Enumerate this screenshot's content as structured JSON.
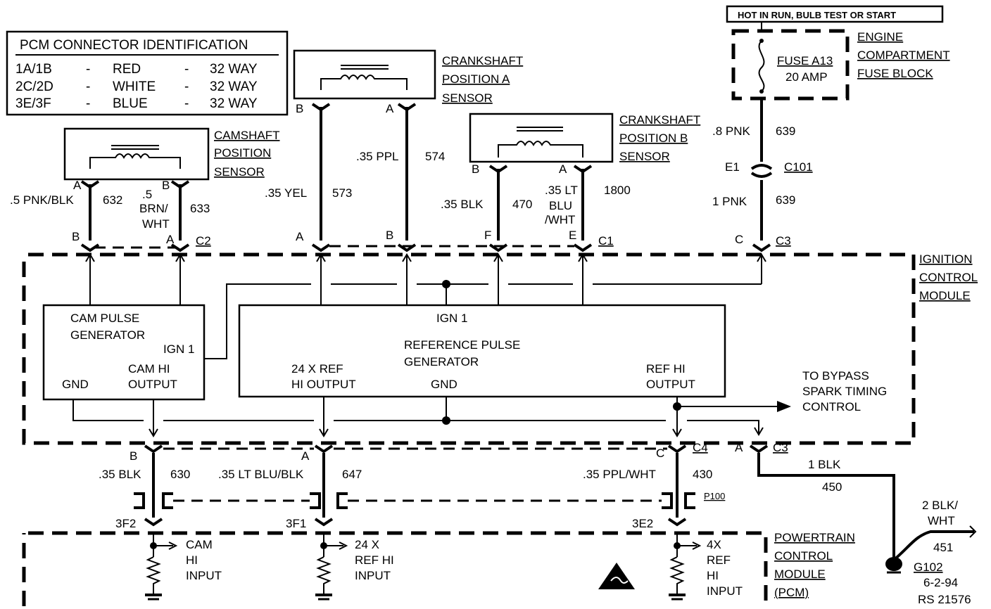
{
  "pcm_id": {
    "title": "PCM CONNECTOR IDENTIFICATION",
    "rows": [
      {
        "conn": "1A/1B",
        "dash": "-",
        "color": "RED",
        "dash2": "-",
        "way": "32 WAY"
      },
      {
        "conn": "2C/2D",
        "dash": "-",
        "color": "WHITE",
        "dash2": "-",
        "way": "32 WAY"
      },
      {
        "conn": "3E/3F",
        "dash": "-",
        "color": "BLUE",
        "dash2": "-",
        "way": "32 WAY"
      }
    ]
  },
  "fuse": {
    "hot_label": "HOT IN RUN,  BULB TEST OR START",
    "name": "FUSE A13",
    "amp": "20 AMP",
    "block": [
      "ENGINE",
      "COMPARTMENT",
      "FUSE BLOCK"
    ]
  },
  "cam_sensor": {
    "title": [
      "CAMSHAFT",
      "POSITION",
      "SENSOR"
    ],
    "pin_a": "A",
    "pin_b": "B"
  },
  "crank_a": {
    "title": [
      "CRANKSHAFT",
      "POSITION A",
      "SENSOR"
    ],
    "pin_a": "A",
    "pin_b": "B"
  },
  "crank_b": {
    "title": [
      "CRANKSHAFT",
      "POSITION B",
      "SENSOR"
    ],
    "pin_a": "A",
    "pin_b": "B"
  },
  "wires": {
    "w632": {
      "color": ".5 PNK/BLK",
      "circuit": "632"
    },
    "w633": {
      "color1": ".5",
      "color2": "BRN/",
      "color3": "WHT",
      "circuit": "633"
    },
    "w573": {
      "color": ".35 YEL",
      "circuit": "573"
    },
    "w574": {
      "color": ".35 PPL",
      "circuit": "574"
    },
    "w470": {
      "color": ".35 BLK",
      "circuit": "470"
    },
    "w1800": {
      "color1": ".35 LT",
      "color2": "BLU",
      "color3": "/WHT",
      "circuit": "1800"
    },
    "w639a": {
      "color": ".8 PNK",
      "circuit": "639"
    },
    "w639b": {
      "color": "1 PNK",
      "circuit": "639"
    },
    "w630": {
      "color": ".35 BLK",
      "circuit": "630"
    },
    "w647": {
      "color": ".35 LT BLU/BLK",
      "circuit": "647"
    },
    "w430": {
      "color": ".35 PPL/WHT",
      "circuit": "430"
    },
    "w450": {
      "color": "1 BLK",
      "circuit": "450"
    },
    "w451": {
      "color1": "2 BLK/",
      "color2": "WHT",
      "circuit": "451"
    }
  },
  "connectors": {
    "c101": {
      "pin": "E1",
      "name": "C101"
    },
    "c2": {
      "name": "C2",
      "pin_b": "B",
      "pin_a": "A"
    },
    "c1": {
      "name": "C1",
      "pin_a": "A",
      "pin_b": "B",
      "pin_f": "F",
      "pin_e": "E"
    },
    "c3top": {
      "name": "C3",
      "pin": "C"
    },
    "c4": {
      "name": "C4",
      "pin_b": "B",
      "pin_a": "A",
      "pin_c": "C"
    },
    "c3bot": {
      "name": "C3",
      "pin": "A"
    },
    "p100": {
      "name": "P100"
    },
    "pcm_pins": {
      "p1": "3F2",
      "p2": "3F1",
      "p3": "3E2"
    }
  },
  "icm": {
    "title": [
      "IGNITION",
      "CONTROL",
      "MODULE"
    ],
    "cam_pulse": {
      "l1": "CAM PULSE",
      "l2": "GENERATOR",
      "ign": "IGN 1",
      "gnd": "GND",
      "out1": "CAM HI",
      "out2": "OUTPUT"
    },
    "ref_pulse": {
      "ign": "IGN 1",
      "l1": "REFERENCE PULSE",
      "l2": "GENERATOR",
      "ref24a": "24 X REF",
      "ref24b": "HI OUTPUT",
      "gnd": "GND",
      "refhi1": "REF HI",
      "refhi2": "OUTPUT"
    },
    "bypass": [
      "TO BYPASS",
      "SPARK TIMING",
      "CONTROL"
    ]
  },
  "pcm": {
    "title": [
      "POWERTRAIN",
      "CONTROL",
      "MODULE",
      "(PCM)"
    ],
    "cam_in": [
      "CAM",
      "HI",
      "INPUT"
    ],
    "ref24_in": [
      "24 X",
      "REF HI",
      "INPUT"
    ],
    "ref4_in": [
      "4X",
      "REF",
      "HI",
      "INPUT"
    ]
  },
  "ground": {
    "name": "G102"
  },
  "footer": {
    "date": "6-2-94",
    "code": "RS 21576"
  }
}
